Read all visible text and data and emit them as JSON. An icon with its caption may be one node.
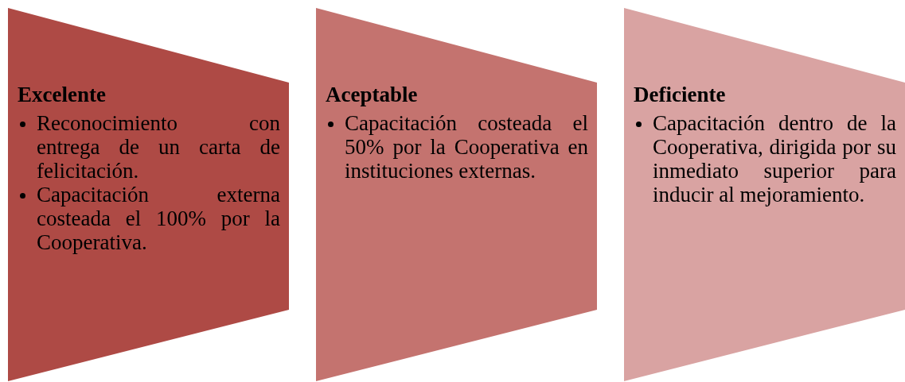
{
  "diagram": {
    "nodes": [
      {
        "text": [
          "Excelente",
          "Reconocimiento con entrega de un carta de felicitación.",
          "Capacitación externa costeada el 100% por la Cooperativa."
        ]
      },
      {
        "text": [
          "Aceptable",
          "Capacitación costeada el 50% por la Cooperativa en instituciones externas."
        ]
      },
      {
        "text": [
          "Deficiente",
          "Capacitación dentro de la Cooperativa, dirigida por su inmediato superior para inducir al mejoramiento."
        ]
      }
    ]
  }
}
